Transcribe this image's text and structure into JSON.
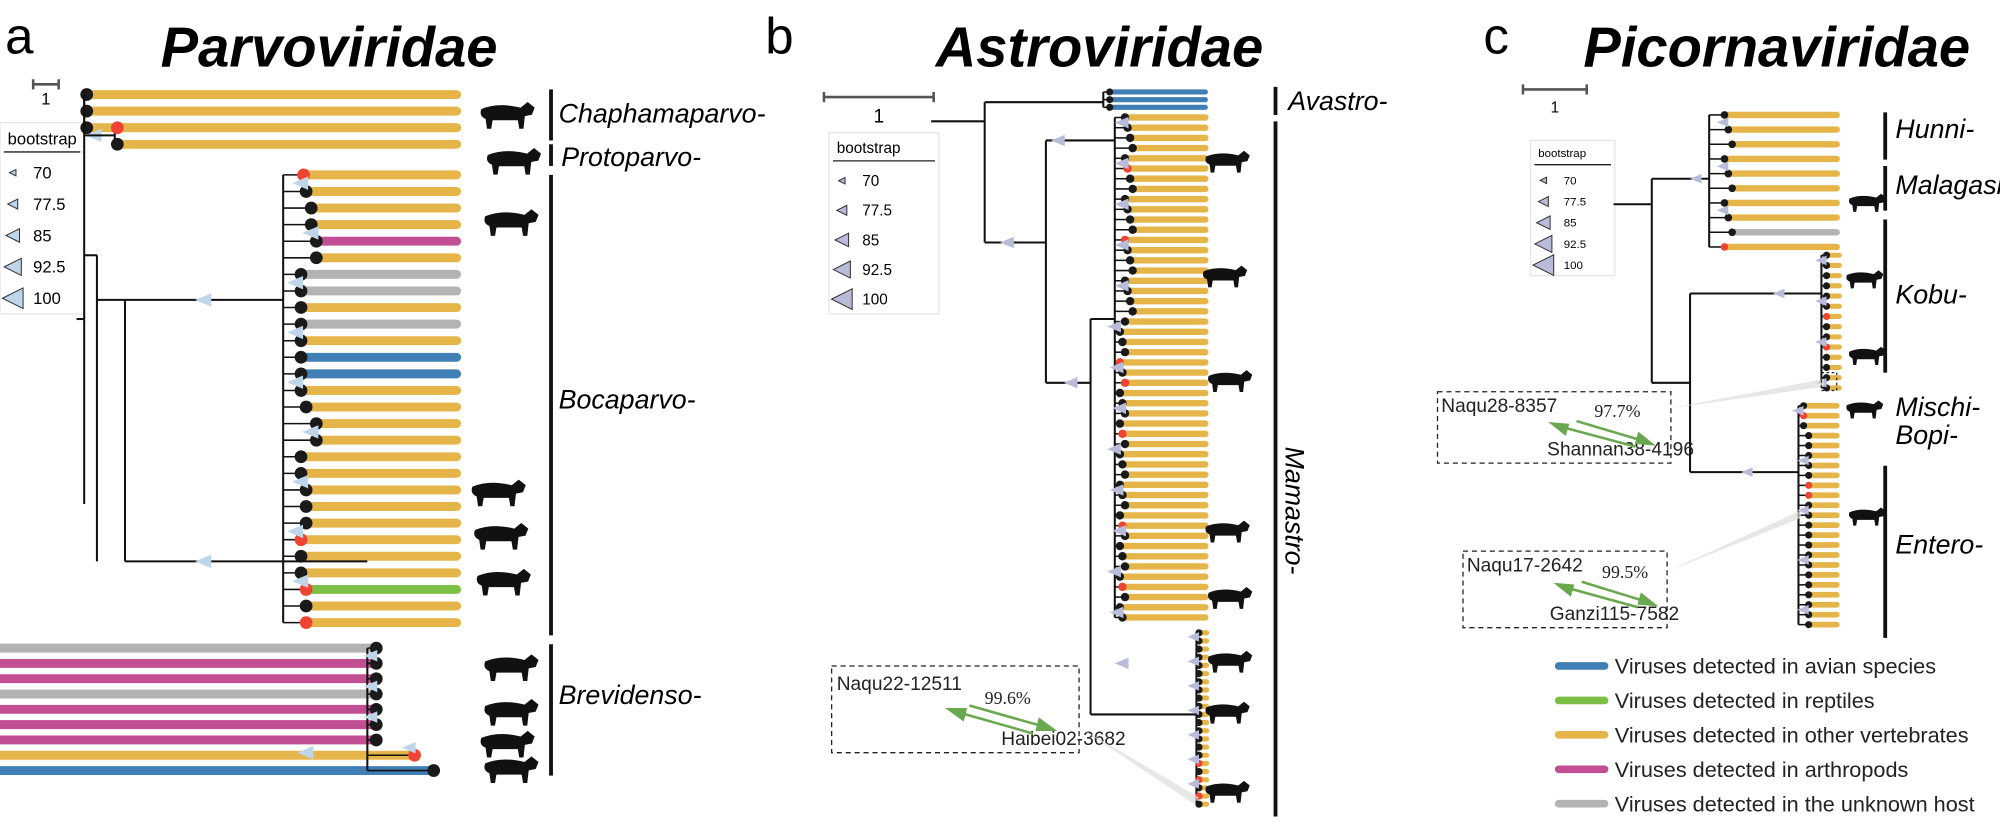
{
  "colors": {
    "o": "#E6B54A",
    "b": "#3F7FB5",
    "G": "#7CBF45",
    "m": "#C24E94",
    "g": "#B3B3B3",
    "node_black": "#1a1a1a",
    "node_red": "#EE4433",
    "bootstrap_a": "#BFD6EA",
    "bootstrap_bc": "#B9BCD9",
    "arrow": "#6AA84F"
  },
  "panels": [
    {
      "letter": "a",
      "title": "Parvoviridae",
      "scale_label": "1",
      "bootstrap": {
        "title": "bootstrap",
        "values": [
          "70",
          "77.5",
          "85",
          "92.5",
          "100"
        ]
      },
      "clades": [
        "Chaphamaparvo-",
        "Protoparvo-",
        "Bocaparvo-",
        "Brevidenso-"
      ],
      "leaf_groups": [
        [
          "o",
          "o",
          "o"
        ],
        [
          "o",
          "o"
        ],
        [
          "o",
          "o",
          "o",
          "o",
          "m",
          "o",
          "g",
          "g",
          "o",
          "g",
          "o",
          "b",
          "b",
          "o",
          "o",
          "o",
          "o",
          "o",
          "o",
          "o",
          "o",
          "o",
          "o",
          "o",
          "o",
          "G",
          "o",
          "o"
        ],
        [
          "g",
          "m",
          "m",
          "g",
          "m",
          "m",
          "m",
          "o",
          "b"
        ]
      ],
      "hosts": [
        "pig-silhouette-icon",
        "dog-silhouette-icon",
        "cattle-silhouette-icon",
        "wolf-silhouette-icon",
        "rabbit-silhouette-icon",
        "lizard-silhouette-icon",
        "mosquito-silhouette-icon",
        "mosquito-silhouette-icon",
        "scorpion-silhouette-icon",
        "bird-silhouette-icon"
      ]
    },
    {
      "letter": "b",
      "title": "Astroviridae",
      "scale_label": "1",
      "bootstrap": {
        "title": "bootstrap",
        "values": [
          "70",
          "77.5",
          "85",
          "92.5",
          "100"
        ]
      },
      "clades": [
        "Avastro-",
        "Mamastro-"
      ],
      "leaf_groups": [
        [
          "b",
          "b",
          "b"
        ],
        [
          "o",
          "o",
          "o",
          "o",
          "o",
          "o",
          "o",
          "o",
          "o",
          "o",
          "o",
          "o",
          "o",
          "o",
          "o",
          "o",
          "o",
          "o",
          "o",
          "o",
          "o",
          "o",
          "o",
          "o",
          "o",
          "o",
          "o",
          "o",
          "o",
          "o",
          "o",
          "o",
          "o",
          "o",
          "o",
          "o",
          "o",
          "o",
          "o",
          "o",
          "o",
          "o",
          "o",
          "o",
          "o",
          "o",
          "o",
          "o",
          "o",
          "o"
        ],
        [
          "o",
          "o",
          "o",
          "o",
          "o",
          "o",
          "o",
          "o",
          "o",
          "o",
          "o",
          "o",
          "o",
          "o",
          "o",
          "o",
          "o",
          "o",
          "o",
          "o",
          "o",
          "o"
        ]
      ],
      "hosts": [
        "cattle-silhouette-icon",
        "dog-silhouette-icon",
        "cattle-silhouette-icon",
        "cattle-silhouette-icon",
        "cattle-silhouette-icon",
        "cattle-silhouette-icon",
        "goat-silhouette-icon",
        "cattle-silhouette-icon"
      ],
      "inset": {
        "name_a": "Naqu22-12511",
        "identity": "99.6%",
        "name_b": "Haibei02-3682"
      }
    },
    {
      "letter": "c",
      "title": "Picornaviridae",
      "scale_label": "1",
      "bootstrap": {
        "title": "bootstrap",
        "values": [
          "70",
          "77.5",
          "85",
          "92.5",
          "100"
        ]
      },
      "clades": [
        "Hunni-",
        "Malagasi-",
        "Kobu-",
        "Mischi-",
        "Bopi-",
        "Entero-"
      ],
      "leaf_groups": [
        [
          "o",
          "o",
          "o",
          "o",
          "o",
          "o",
          "o",
          "o",
          "g",
          "o"
        ],
        [
          "o",
          "o",
          "o",
          "o",
          "o",
          "o",
          "o",
          "o",
          "o",
          "o",
          "o",
          "o",
          "o",
          "o"
        ],
        [
          "o",
          "o",
          "o",
          "o",
          "o",
          "o",
          "o",
          "o",
          "o",
          "o",
          "o",
          "o",
          "o",
          "o",
          "o",
          "o",
          "o",
          "o",
          "o",
          "o",
          "o",
          "o",
          "o"
        ]
      ],
      "hosts": [
        "lemur-silhouette-icon",
        "goat-silhouette-icon",
        "cattle-silhouette-icon",
        "bat-silhouette-icon",
        "cattle-silhouette-icon"
      ],
      "insets": [
        {
          "name_a": "Naqu28-8357",
          "identity": "97.7%",
          "name_b": "Shannan38-4196"
        },
        {
          "name_a": "Naqu17-2642",
          "identity": "99.5%",
          "name_b": "Ganzi115-7582"
        }
      ]
    }
  ],
  "legend": [
    {
      "label": "Viruses detected in avian species",
      "color": "#3F7FB5"
    },
    {
      "label": "Viruses detected in reptiles",
      "color": "#7CBF45"
    },
    {
      "label": "Viruses detected in other vertebrates",
      "color": "#E6B54A"
    },
    {
      "label": "Viruses detected in arthropods",
      "color": "#C24E94"
    },
    {
      "label": "Viruses detected in the unknown host",
      "color": "#B3B3B3"
    }
  ]
}
